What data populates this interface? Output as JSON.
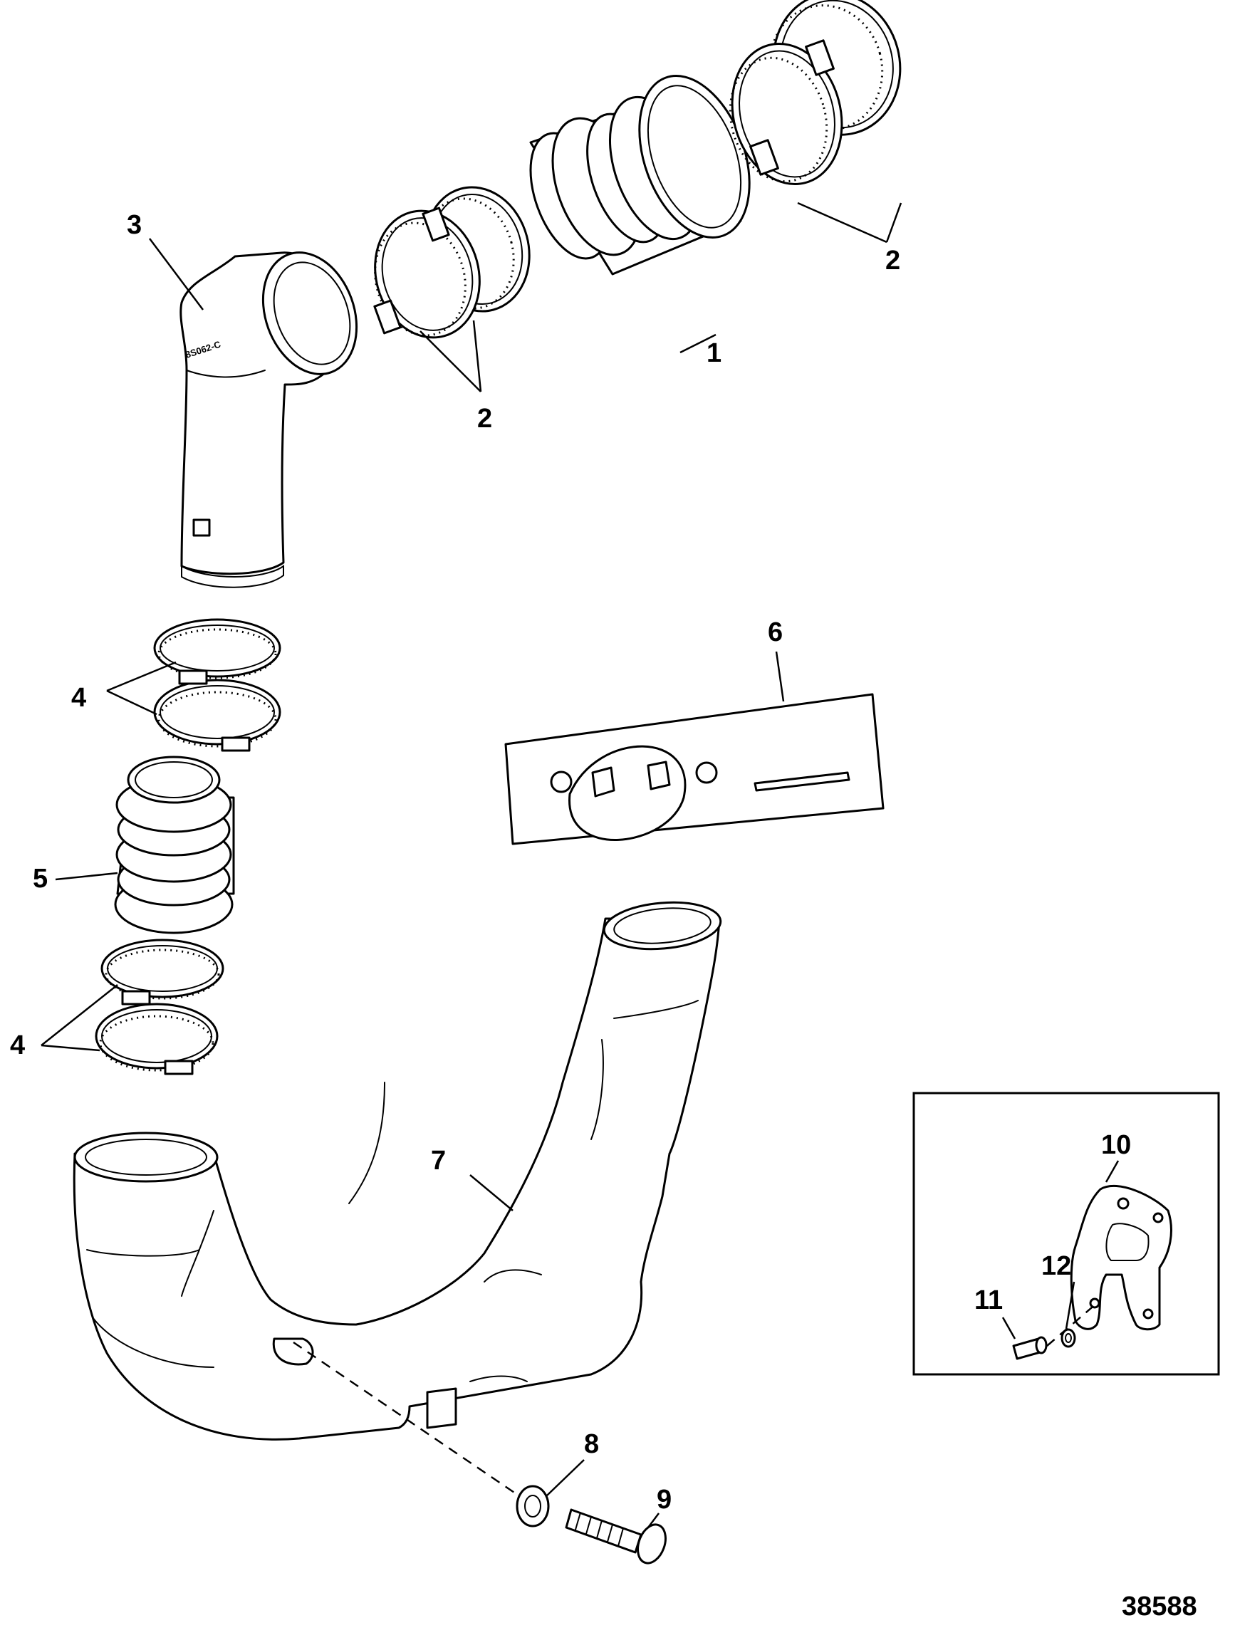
{
  "figure_id": "38588",
  "part_stamp": "8S062-C",
  "callouts": {
    "c1": "1",
    "c2a": "2",
    "c2b": "2",
    "c3": "3",
    "c4a": "4",
    "c4b": "4",
    "c5": "5",
    "c6": "6",
    "c7": "7",
    "c8": "8",
    "c9": "9",
    "c10": "10",
    "c11": "11",
    "c12": "12"
  },
  "parts": [
    {
      "callout": "1",
      "depicts": "exhaust bellows"
    },
    {
      "callout": "2",
      "depicts": "hose clamp pairs"
    },
    {
      "callout": "3",
      "depicts": "exhaust elbow tube"
    },
    {
      "callout": "4",
      "depicts": "hose clamp pairs"
    },
    {
      "callout": "5",
      "depicts": "bellows"
    },
    {
      "callout": "6",
      "depicts": "packaged flapper kit"
    },
    {
      "callout": "7",
      "depicts": "Y-pipe"
    },
    {
      "callout": "8",
      "depicts": "lock washer"
    },
    {
      "callout": "9",
      "depicts": "screw"
    },
    {
      "callout": "10",
      "depicts": "plate"
    },
    {
      "callout": "11",
      "depicts": "screw"
    },
    {
      "callout": "12",
      "depicts": "washer"
    }
  ]
}
